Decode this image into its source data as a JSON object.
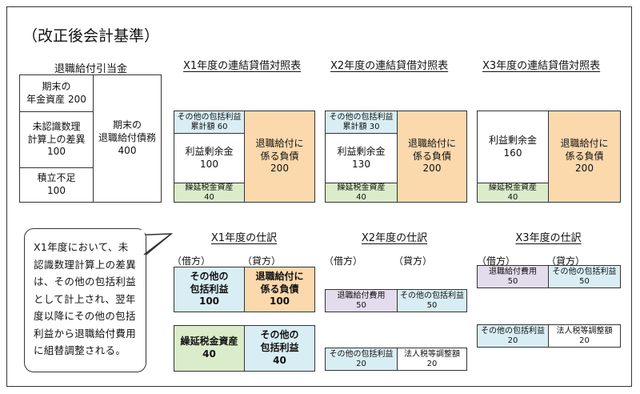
{
  "title": "（改正後会計基準）",
  "retirement": {
    "heading": "退職給付引当金",
    "asset": [
      "期末の",
      "年金資産 200"
    ],
    "unrecognized": [
      "未認識数理",
      "計算上の差異",
      "100"
    ],
    "underfunded": [
      "積立不足",
      "100"
    ],
    "obligation": [
      "期末の",
      "退職給付債務",
      "400"
    ]
  },
  "bs_x1": {
    "heading": "X1年度の連結貸借対照表",
    "oci": [
      "その他の包括利益",
      "累計額 60"
    ],
    "retained": [
      "利益剰余金",
      "100"
    ],
    "dta": [
      "繰延税金資産",
      "40"
    ],
    "liability": [
      "退職給付に",
      "係る負債",
      "200"
    ]
  },
  "bs_x2": {
    "heading": "X2年度の連結貸借対照表",
    "oci": [
      "その他の包括利益",
      "累計額 30"
    ],
    "retained": [
      "利益剰余金",
      "130"
    ],
    "dta": [
      "繰延税金資産",
      "40"
    ],
    "liability": [
      "退職給付に",
      "係る負債",
      "200"
    ]
  },
  "bs_x3": {
    "heading": "X3年度の連結貸借対照表",
    "retained": [
      "利益剰余金",
      "160"
    ],
    "dta": [
      "繰延税金資産",
      "40"
    ],
    "liability": [
      "退職給付に",
      "係る負債",
      "200"
    ]
  },
  "note": [
    "X1年度において、未",
    "認識数理計算上の差異",
    "は、その他の包括利益",
    "として計上され、翌年",
    "度以降にその他の包括",
    "利益から退職給付費用",
    "に組替調整される。"
  ],
  "journal_x1": {
    "heading": "X1年度の仕訳",
    "debit": "（借方）",
    "credit": "（貸方）",
    "e1_dr": [
      "その他の",
      "包括利益",
      "100"
    ],
    "e1_cr": [
      "退職給付に",
      "係る負債",
      "100"
    ],
    "e2_dr": [
      "繰延税金資産",
      "40"
    ],
    "e2_cr": [
      "その他の",
      "包括利益",
      "40"
    ]
  },
  "journal_x2": {
    "heading": "X2年度の仕訳",
    "debit": "（借方）",
    "credit": "（貸方）",
    "e1_dr": [
      "退職給付費用",
      "50"
    ],
    "e1_cr": [
      "その他の包括利益",
      "50"
    ],
    "e2_dr": [
      "その他の包括利益",
      "20"
    ],
    "e2_cr": [
      "法人税等調整額",
      "20"
    ]
  },
  "journal_x3": {
    "heading": "X3年度の仕訳",
    "debit": "（借方）",
    "credit": "（貸方）",
    "e1_dr": [
      "退職給付費用",
      "50"
    ],
    "e1_cr": [
      "その他の包括利益",
      "50"
    ],
    "e2_dr": [
      "その他の包括利益",
      "20"
    ],
    "e2_cr": [
      "法人税等調整額",
      "20"
    ]
  }
}
